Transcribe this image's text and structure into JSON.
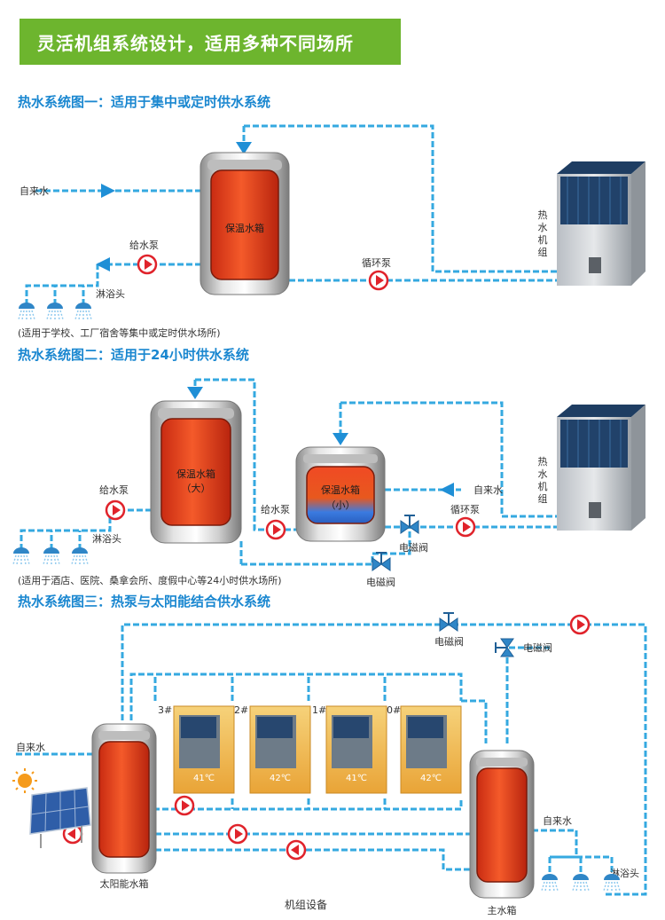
{
  "banner": {
    "title": "灵活机组系统设计，适用多种不同场所"
  },
  "colors": {
    "accent_green": "#6db52e",
    "title_blue": "#1a87d0",
    "pipe_blue": "#35a9e0",
    "pump_red": "#e0232b",
    "tank_red": "#e83a1e"
  },
  "icons": {
    "pump": "pump-icon",
    "valve": "solenoid-valve-icon",
    "shower": "shower-head-icon",
    "sun": "sun-icon",
    "solar": "solar-panel-icon",
    "unit": "heat-pump-unit-icon"
  },
  "system1": {
    "title": "热水系统图一：适用于集中或定时供水系统",
    "tap_water": "自来水",
    "tank": "保温水箱",
    "feed_pump": "给水泵",
    "shower": "淋浴头",
    "circ_pump": "循环泵",
    "unit": [
      "热",
      "水",
      "机",
      "组"
    ],
    "note": "(适用于学校、工厂宿舍等集中或定时供水场所)"
  },
  "system2": {
    "title": "热水系统图二：适用于24小时供水系统",
    "big_tank": "保温水箱",
    "big_tank_size": "（大）",
    "small_tank": "保温水箱",
    "small_tank_size": "（小）",
    "feed_pump_left": "给水泵",
    "feed_pump_mid": "给水泵",
    "shower": "淋浴头",
    "tap_water": "自来水",
    "circ_pump": "循环泵",
    "valve_a": "电磁阀",
    "valve_b": "电磁阀",
    "unit": [
      "热",
      "水",
      "机",
      "组"
    ],
    "note": "(适用于酒店、医院、桑拿会所、度假中心等24小时供水场所)"
  },
  "system3": {
    "title": "热水系统图三：热泵与太阳能结合供水系统",
    "valve_top": "电磁阀",
    "valve_right": "电磁阀",
    "tap_water_left": "自来水",
    "tap_water_right": "自来水",
    "shower": "淋浴头",
    "solar_tank": "太阳能水箱",
    "main_tank": "主水箱",
    "equipment": "机组设备",
    "units": [
      {
        "id": "3#",
        "temp": "41℃"
      },
      {
        "id": "2#",
        "temp": "42℃"
      },
      {
        "id": "1#",
        "temp": "41℃"
      },
      {
        "id": "0#",
        "temp": "42℃"
      }
    ]
  }
}
